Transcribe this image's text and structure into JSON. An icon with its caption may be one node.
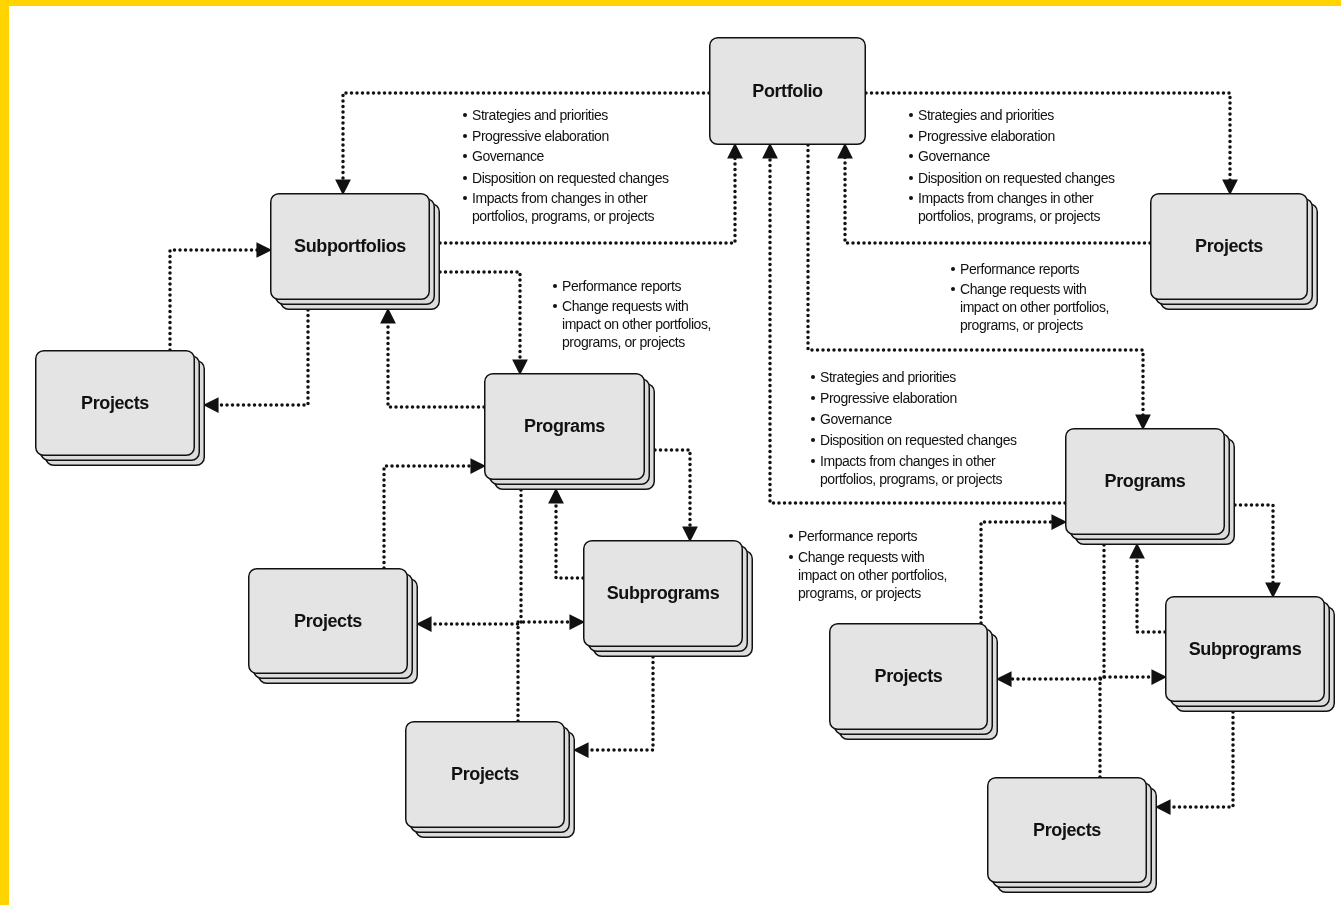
{
  "diagram": {
    "nodes": [
      {
        "text": [
          "Portfolio"
        ]
      },
      {
        "text": [
          "Subportfolios"
        ]
      },
      {
        "text": [
          "Projects"
        ]
      },
      {
        "text": [
          "Projects"
        ]
      },
      {
        "text": [
          "Programs"
        ]
      },
      {
        "text": [
          "Programs"
        ]
      },
      {
        "text": [
          "Projects"
        ]
      },
      {
        "text": [
          "Subprograms"
        ]
      },
      {
        "text": [
          "Projects"
        ]
      },
      {
        "text": [
          "Subprograms"
        ]
      },
      {
        "text": [
          "Projects"
        ]
      },
      {
        "text": [
          "Projects"
        ]
      }
    ],
    "edges": [
      {
        "from": 0,
        "to": 1,
        "arrow": "to"
      },
      {
        "from": 1,
        "to": 0,
        "arrow": "to"
      },
      {
        "from": 0,
        "to": 2,
        "arrow": "to"
      },
      {
        "from": 2,
        "to": 0,
        "arrow": "to"
      },
      {
        "from": 0,
        "to": 5,
        "arrow": "to"
      },
      {
        "from": 5,
        "to": 0,
        "arrow": "to"
      },
      {
        "from": 1,
        "to": 4,
        "arrow": "to"
      },
      {
        "from": 4,
        "to": 1,
        "arrow": "to"
      },
      {
        "from": 3,
        "to": 1,
        "arrow": "to"
      },
      {
        "from": 1,
        "to": 3,
        "arrow": "to"
      },
      {
        "from": 4,
        "to": 7,
        "arrow": "to"
      },
      {
        "from": 7,
        "to": 4,
        "arrow": "to"
      },
      {
        "from": 6,
        "to": 4,
        "arrow": "to"
      },
      {
        "from": 4,
        "to": 6,
        "arrow": "to"
      },
      {
        "from": 8,
        "to": 7,
        "arrow": "to"
      },
      {
        "from": 7,
        "to": 8,
        "arrow": "to"
      },
      {
        "from": 5,
        "to": 9,
        "arrow": "to"
      },
      {
        "from": 9,
        "to": 5,
        "arrow": "to"
      },
      {
        "from": 10,
        "to": 5,
        "arrow": "to"
      },
      {
        "from": 5,
        "to": 10,
        "arrow": "to"
      },
      {
        "from": 11,
        "to": 9,
        "arrow": "to"
      },
      {
        "from": 9,
        "to": 11,
        "arrow": "to"
      }
    ],
    "labels": [
      "Strategies and priorities",
      "Progressive elaboration",
      "Governance",
      "Disposition on requested changes",
      "Impacts from changes in other portfolios, programs, or projects",
      "Strategies and priorities",
      "Progressive elaboration",
      "Governance",
      "Disposition on requested changes",
      "Impacts from changes in other portfolios, programs, or projects",
      "Performance reports",
      "Change requests with impact on other portfolios, programs, or projects",
      "Performance reports",
      "Change requests with impact on other portfolios, programs, or projects",
      "Strategies and priorities",
      "Progressive elaboration",
      "Governance",
      "Disposition on requested changes",
      "Impacts from changes in other portfolios, programs, or projects",
      "Performance reports",
      "Change requests with impact on other portfolios, programs, or projects"
    ]
  }
}
